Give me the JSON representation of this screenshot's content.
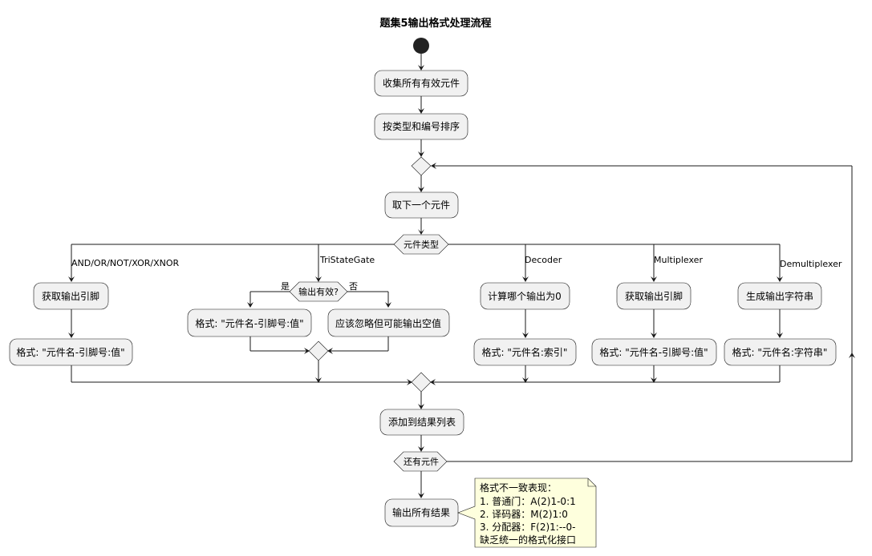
{
  "title": "题集5输出格式处理流程",
  "steps": {
    "collect": "收集所有有效元件",
    "sort": "按类型和编号排序",
    "take_next": "取下一个元件",
    "component_type": "元件类型",
    "add_to_results": "添加到结果列表",
    "more_components": "还有元件",
    "output_all": "输出所有结果"
  },
  "branches": {
    "gates": {
      "label": "AND/OR/NOT/XOR/XNOR",
      "step1": "获取输出引脚",
      "step2": "格式: \"元件名-引脚号:值\""
    },
    "tristate": {
      "label": "TriStateGate",
      "question": "输出有效?",
      "yes": "是",
      "no": "否",
      "yes_step": "格式: \"元件名-引脚号:值\"",
      "no_step": "应该忽略但可能输出空值"
    },
    "decoder": {
      "label": "Decoder",
      "step1": "计算哪个输出为0",
      "step2": "格式: \"元件名:索引\""
    },
    "multiplexer": {
      "label": "Multiplexer",
      "step1": "获取输出引脚",
      "step2": "格式: \"元件名-引脚号:值\""
    },
    "demultiplexer": {
      "label": "Demultiplexer",
      "step1": "生成输出字符串",
      "step2": "格式: \"元件名:字符串\""
    }
  },
  "note": {
    "lines": [
      "格式不一致表现：",
      "1. 普通门：A(2)1-0:1",
      "2. 译码器：M(2)1:0",
      "3. 分配器：F(2)1:--0-",
      "缺乏统一的格式化接口"
    ]
  }
}
